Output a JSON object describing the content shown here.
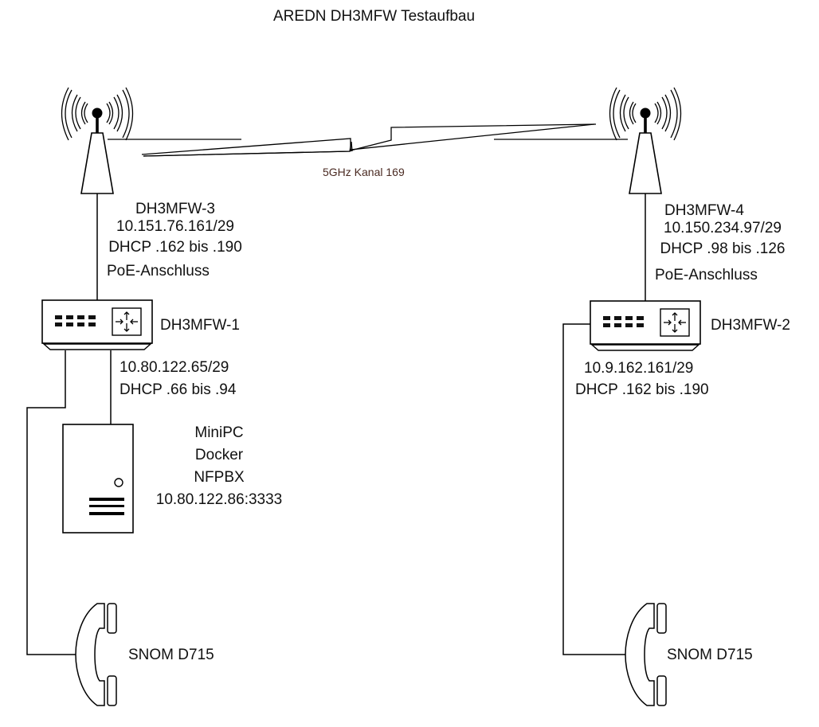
{
  "title": "AREDN DH3MFW Testaufbau",
  "link": {
    "label": "5GHz Kanal 169"
  },
  "nodes": {
    "ap_left": {
      "name": "DH3MFW-3",
      "ip": "10.151.76.161/29",
      "dhcp": "DHCP .162 bis .190",
      "poe": "PoE-Anschluss",
      "icon": "wireless-tower-icon"
    },
    "ap_right": {
      "name": "DH3MFW-4",
      "ip": "10.150.234.97/29",
      "dhcp": "DHCP .98 bis .126",
      "poe": "PoE-Anschluss",
      "icon": "wireless-tower-icon"
    },
    "router_left": {
      "name": "DH3MFW-1",
      "ip": "10.80.122.65/29",
      "dhcp": "DHCP .66 bis .94",
      "icon": "router-switch-icon"
    },
    "router_right": {
      "name": "DH3MFW-2",
      "ip": "10.9.162.161/29",
      "dhcp": "DHCP .162 bis .190",
      "icon": "router-switch-icon"
    },
    "server": {
      "line1": "MiniPC",
      "line2": "Docker",
      "line3": "NFPBX",
      "line4": "10.80.122.86:3333",
      "icon": "server-icon"
    },
    "phone_left": {
      "name": "SNOM D715",
      "icon": "telephone-handset-icon"
    },
    "phone_right": {
      "name": "SNOM D715",
      "icon": "telephone-handset-icon"
    }
  }
}
